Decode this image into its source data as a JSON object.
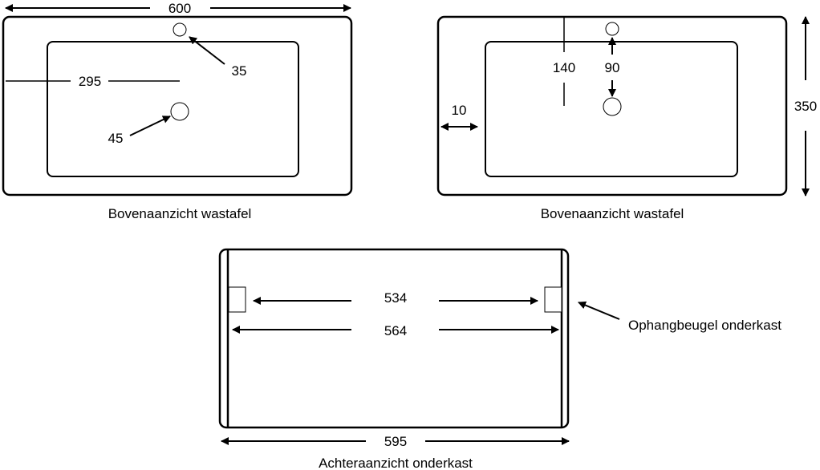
{
  "colors": {
    "stroke": "#000000",
    "background": "#ffffff"
  },
  "views": [
    {
      "id": "top-view-left",
      "caption": "Bovenaanzicht wastafel",
      "dimensions": {
        "width": "600",
        "tap_hole_distance": "295",
        "overflow_hole_diameter": "35",
        "drain_hole_diameter": "45"
      }
    },
    {
      "id": "top-view-right",
      "caption": "Bovenaanzicht wastafel",
      "dimensions": {
        "tap_hole_depth": "140",
        "hole_spacing": "90",
        "edge_margin": "10",
        "depth": "350"
      }
    },
    {
      "id": "rear-view-cabinet",
      "caption": "Achteraanzicht onderkast",
      "dimensions": {
        "bracket_spacing": "534",
        "bracket_outer_spacing": "564",
        "cabinet_width": "595"
      },
      "callout": "Ophangbeugel onderkast"
    }
  ]
}
